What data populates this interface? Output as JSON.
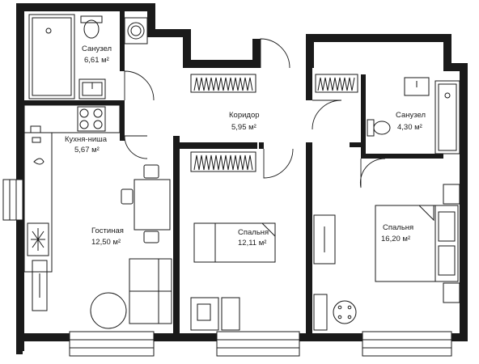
{
  "rooms": [
    {
      "id": "bath1",
      "name": "Санузел",
      "area": "6,61 м²"
    },
    {
      "id": "corridor",
      "name": "Коридор",
      "area": "5,95 м²"
    },
    {
      "id": "bath2",
      "name": "Санузел",
      "area": "4,30 м²"
    },
    {
      "id": "kitchen",
      "name": "Кухня-ниша",
      "area": "5,67 м²"
    },
    {
      "id": "living",
      "name": "Гостиная",
      "area": "12,50 м²"
    },
    {
      "id": "bedroom1",
      "name": "Спальня",
      "area": "12,11 м²"
    },
    {
      "id": "bedroom2",
      "name": "Спальня",
      "area": "16,20 м²"
    }
  ]
}
